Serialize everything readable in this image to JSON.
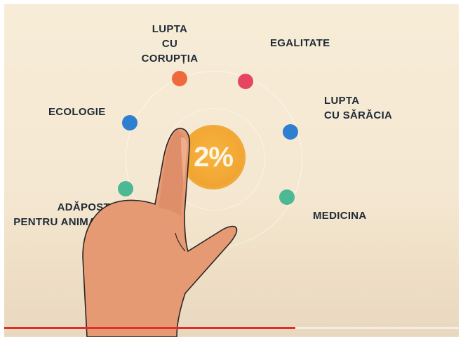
{
  "video": {
    "coin_text": "2%",
    "progress_fraction": 0.64,
    "colors": {
      "background": "#f6ead4",
      "progress": "#e52d27",
      "coin": "#f2a633",
      "hand": "#e79770"
    }
  },
  "causes": [
    {
      "label": "LUPTA\nCU CORUPȚIA",
      "dot_color": "#ee6a3c",
      "icon": "orange-dot"
    },
    {
      "label": "EGALITATE",
      "dot_color": "#e64560",
      "icon": "red-dot"
    },
    {
      "label": "LUPTA\nCU SĂRĂCIA",
      "dot_color": "#2e7fcf",
      "icon": "blue-dot"
    },
    {
      "label": "MEDICINA",
      "dot_color": "#4cb894",
      "icon": "green-dot"
    },
    {
      "label": "ADĂPOST\nPENTRU ANIMALE",
      "dot_color": "#4cb894",
      "icon": "green-dot"
    },
    {
      "label": "ECOLOGIE",
      "dot_color": "#2e7fcf",
      "icon": "blue-dot"
    }
  ]
}
